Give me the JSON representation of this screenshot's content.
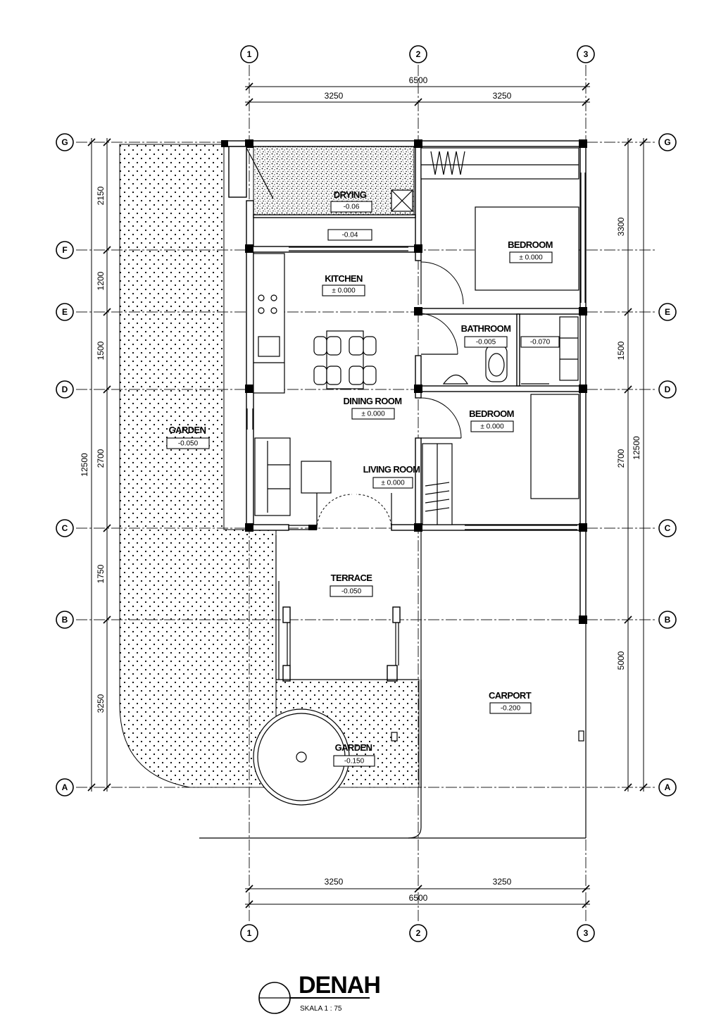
{
  "grid": {
    "columns": [
      "1",
      "2",
      "3"
    ],
    "rows": [
      "G",
      "F",
      "E",
      "D",
      "C",
      "B",
      "A"
    ]
  },
  "dimensions": {
    "top_total": "6500",
    "top_left": "3250",
    "top_right": "3250",
    "bottom_total": "6500",
    "bottom_left": "3250",
    "bottom_right": "3250",
    "left_total": "12500",
    "left_segments": [
      "2150",
      "1200",
      "1500",
      "2700",
      "1750",
      "3250"
    ],
    "right_total": "12500",
    "right_segments": [
      "3300",
      "1500",
      "2700",
      "5000"
    ]
  },
  "rooms": {
    "drying": {
      "name": "DRYING",
      "level": "-0.06"
    },
    "drying_passage": {
      "level": "-0.04"
    },
    "kitchen": {
      "name": "KITCHEN",
      "level": "± 0.000"
    },
    "bedroom_top": {
      "name": "BEDROOM",
      "level": "± 0.000"
    },
    "bathroom": {
      "name": "BATHROOM",
      "level": "-0.005"
    },
    "bathroom_shower": {
      "level": "-0.070"
    },
    "dining": {
      "name": "DINING ROOM",
      "level": "± 0.000"
    },
    "bedroom_bottom": {
      "name": "BEDROOM",
      "level": "± 0.000"
    },
    "living": {
      "name": "LIVING ROOM",
      "level": "± 0.000"
    },
    "garden_left": {
      "name": "GARDEN",
      "level": "-0.050"
    },
    "terrace": {
      "name": "TERRACE",
      "level": "-0.050"
    },
    "carport": {
      "name": "CARPORT",
      "level": "-0.200"
    },
    "garden_front": {
      "name": "GARDEN",
      "level": "-0.150"
    }
  },
  "title": {
    "heading": "DENAH",
    "scale": "SKALA  1 : 75"
  }
}
